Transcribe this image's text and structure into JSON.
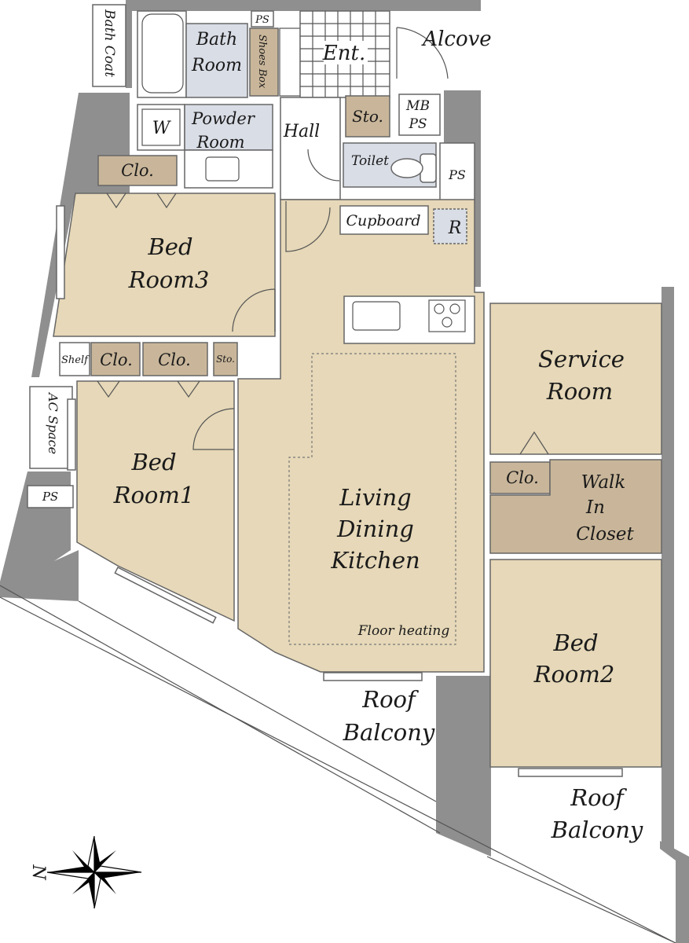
{
  "rooms": {
    "bath_coat": "Bath Coat",
    "bath_room_1": "Bath",
    "bath_room_2": "Room",
    "ps_top": "PS",
    "shoes_box": "Shoes Box",
    "ent": "Ent.",
    "alcove": "Alcove",
    "powder_room_1": "Powder",
    "powder_room_2": "Room",
    "washer": "W",
    "hall": "Hall",
    "sto_top": "Sto.",
    "mb_ps_1": "MB",
    "mb_ps_2": "PS",
    "toilet": "Toilet",
    "ps_right": "PS",
    "clo_bed3": "Clo.",
    "cupboard": "Cupboard",
    "refrigerator": "R",
    "bed_room3_1": "Bed",
    "bed_room3_2": "Room3",
    "shelf": "Shelf",
    "clo_a": "Clo.",
    "clo_b": "Clo.",
    "sto_small": "Sto.",
    "ac_space": "AC Space",
    "ps_left": "PS",
    "bed_room1_1": "Bed",
    "bed_room1_2": "Room1",
    "ldk_1": "Living",
    "ldk_2": "Dining",
    "ldk_3": "Kitchen",
    "floor_heating": "Floor heating",
    "service_room_1": "Service",
    "service_room_2": "Room",
    "clo_service": "Clo.",
    "wic_1": "Walk",
    "wic_2": "In",
    "wic_3": "Closet",
    "bed_room2_1": "Bed",
    "bed_room2_2": "Room2",
    "roof_balcony_a_1": "Roof",
    "roof_balcony_a_2": "Balcony",
    "roof_balcony_b_1": "Roof",
    "roof_balcony_b_2": "Balcony"
  },
  "compass": {
    "label": "N",
    "icon": "compass-rose-icon"
  },
  "colors": {
    "floor": "#e6d8b8",
    "wet_area": "#d9dde6",
    "closet": "#c9b69a",
    "wall": "#8f8f8f"
  }
}
